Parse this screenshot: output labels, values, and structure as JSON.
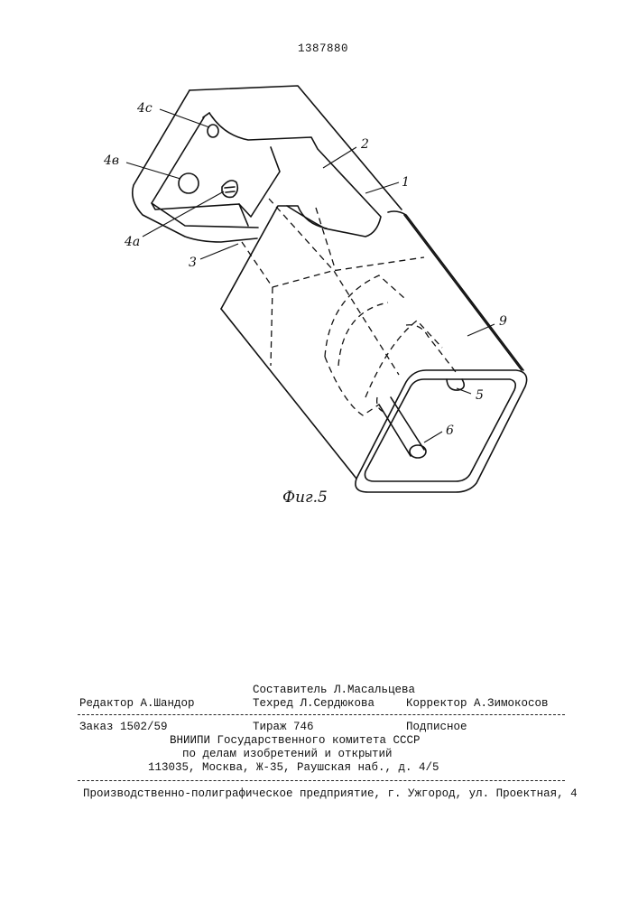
{
  "header": {
    "patent_number": "1387880"
  },
  "figure": {
    "caption": "Фиг.5",
    "labels": {
      "l1": "1",
      "l2": "2",
      "l3": "3",
      "l4a": "4а",
      "l4b": "4в",
      "l4c": "4с",
      "l5": "5",
      "l6": "6",
      "l9": "9"
    }
  },
  "colophon": {
    "compiler": "Составитель Л.Масальцева",
    "editor": "Редактор А.Шандор",
    "techred": "Техред Л.Сердюкова",
    "corrector": "Корректор А.Зимокосов",
    "order": "Заказ 1502/59",
    "circulation": "Тираж 746",
    "subscription": "Подписное",
    "org_line1": "ВНИИПИ Государственного комитета СССР",
    "org_line2": "по делам изобретений и открытий",
    "org_address": "113035, Москва, Ж-35, Раушская наб., д. 4/5",
    "printer": "Производственно-полиграфическое предприятие, г. Ужгород, ул. Проектная, 4"
  }
}
